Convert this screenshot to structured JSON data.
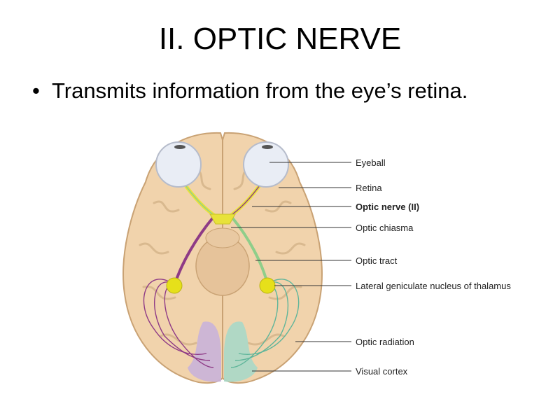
{
  "slide": {
    "title": "II. OPTIC NERVE",
    "bullet_char": "•",
    "bullet_text": "Transmits information from the eye’s retina."
  },
  "figure": {
    "labels": [
      {
        "key": "eyeball",
        "text": "Eyeball"
      },
      {
        "key": "retina",
        "text": "Retina"
      },
      {
        "key": "optic-nerve",
        "text": "Optic nerve (II)",
        "bold": true
      },
      {
        "key": "optic-chiasma",
        "text": "Optic chiasma"
      },
      {
        "key": "optic-tract",
        "text": "Optic tract"
      },
      {
        "key": "lgn",
        "text": "Lateral geniculate nucleus of thalamus"
      },
      {
        "key": "optic-radiation",
        "text": "Optic radiation"
      },
      {
        "key": "visual-cortex",
        "text": "Visual cortex"
      }
    ],
    "colors": {
      "brain": "#f1d3ac",
      "brain_outline": "#c9a274",
      "sulci": "#d9b98f",
      "eyeball": "#e9edf5",
      "nerve_yellow": "#e8e23a",
      "tract_green": "#8fce8a",
      "tract_purple": "#8e3a86",
      "cortex_purple": "#c9b3d9",
      "cortex_teal": "#a8d8c8",
      "nucleus": "#e6e01a",
      "leader_line": "#333333"
    }
  }
}
